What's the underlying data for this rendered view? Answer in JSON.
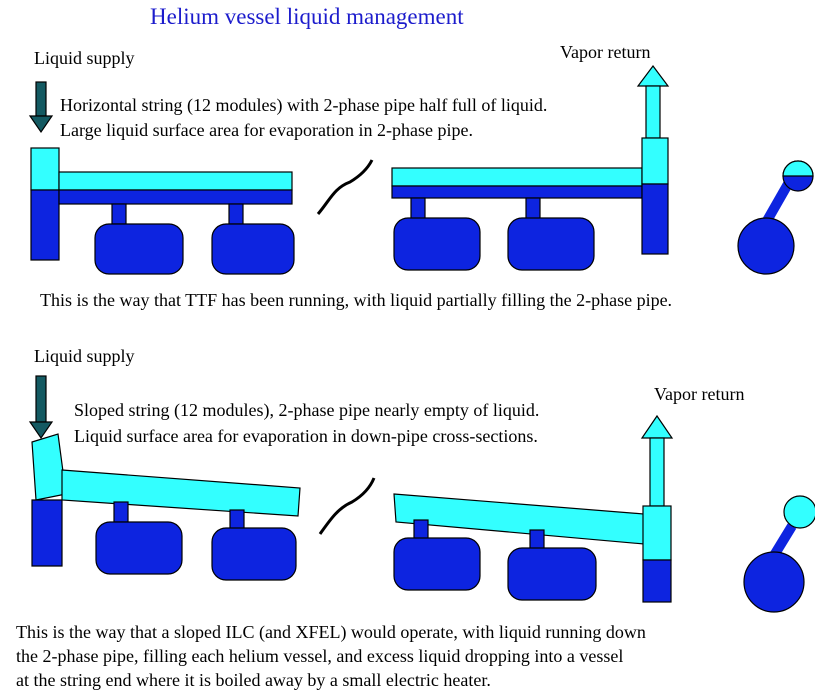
{
  "title": "Helium vessel liquid management",
  "colors": {
    "liquid_cyan": "#33ffff",
    "vessel_blue": "#0d24e0",
    "supply_arrow": "#145a62",
    "title_blue": "#1c1ccc",
    "stroke": "#000000"
  },
  "top_panel": {
    "liquid_supply_label": "Liquid supply",
    "vapor_return_label": "Vapor return",
    "line1": "Horizontal string (12 modules) with 2-phase pipe half full of liquid.",
    "line2": "Large liquid surface area for evaporation in 2-phase pipe.",
    "caption": "This is the way that TTF has been running, with liquid partially filling the 2-phase pipe."
  },
  "bottom_panel": {
    "liquid_supply_label": "Liquid supply",
    "vapor_return_label": "Vapor return",
    "line1": "Sloped string (12 modules), 2-phase pipe nearly empty of liquid.",
    "line2": "Liquid surface area for evaporation in down-pipe cross-sections.",
    "caption_lines": [
      "This is the way that a sloped ILC (and XFEL) would operate, with liquid running down",
      "the 2-phase pipe, filling each helium vessel, and excess liquid dropping into a vessel",
      "at the string end where it is boiled away by a small electric heater."
    ]
  }
}
